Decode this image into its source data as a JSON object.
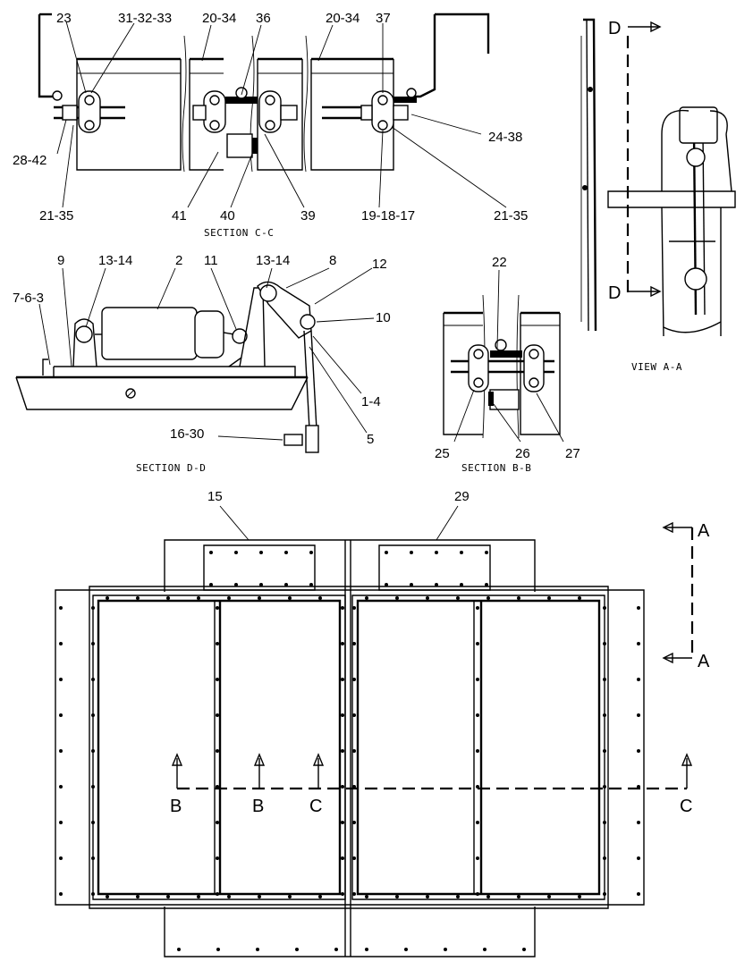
{
  "section_cc": {
    "caption": "SECTION C-C",
    "callouts": [
      "23",
      "31-32-33",
      "20-34",
      "36",
      "20-34",
      "37",
      "28-42",
      "24-38",
      "21-35",
      "41",
      "40",
      "39",
      "19-18-17",
      "21-35"
    ]
  },
  "view_aa": {
    "caption": "VIEW A-A",
    "markers": [
      "D",
      "D"
    ]
  },
  "section_dd": {
    "caption": "SECTION D-D",
    "callouts": [
      "9",
      "13-14",
      "2",
      "11",
      "13-14",
      "8",
      "12",
      "7-6-3",
      "10",
      "1-4",
      "5",
      "16-30"
    ]
  },
  "section_bb": {
    "caption": "SECTION B-B",
    "callouts": [
      "22",
      "25",
      "26",
      "27"
    ]
  },
  "plan": {
    "callouts": [
      "15",
      "29"
    ],
    "markers": [
      "A",
      "A",
      "B",
      "B",
      "C",
      "C"
    ]
  }
}
